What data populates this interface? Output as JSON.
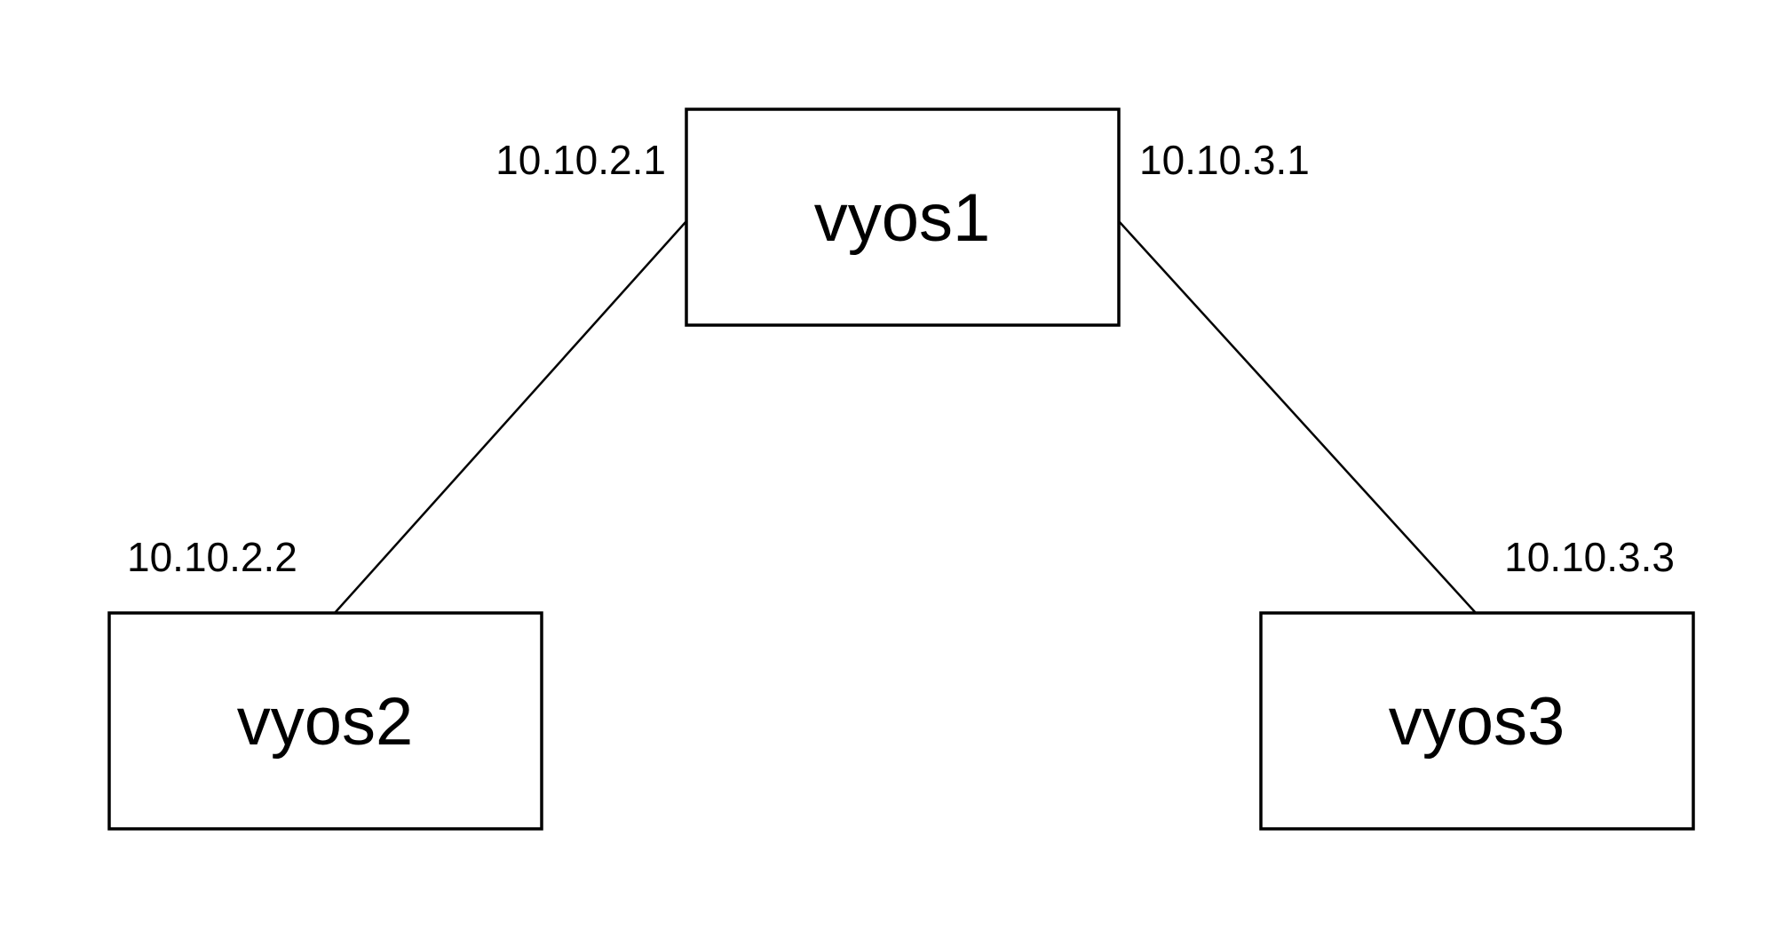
{
  "colors": {
    "background": "#ffffff",
    "stroke": "#000000",
    "text": "#000000"
  },
  "nodes": [
    {
      "id": "vyos1",
      "label": "vyos1"
    },
    {
      "id": "vyos2",
      "label": "vyos2"
    },
    {
      "id": "vyos3",
      "label": "vyos3"
    }
  ],
  "links": [
    {
      "from": "vyos1",
      "to": "vyos2",
      "from_ip": "10.10.2.1",
      "to_ip": "10.10.2.2"
    },
    {
      "from": "vyos1",
      "to": "vyos3",
      "from_ip": "10.10.3.1",
      "to_ip": "10.10.3.3"
    }
  ]
}
